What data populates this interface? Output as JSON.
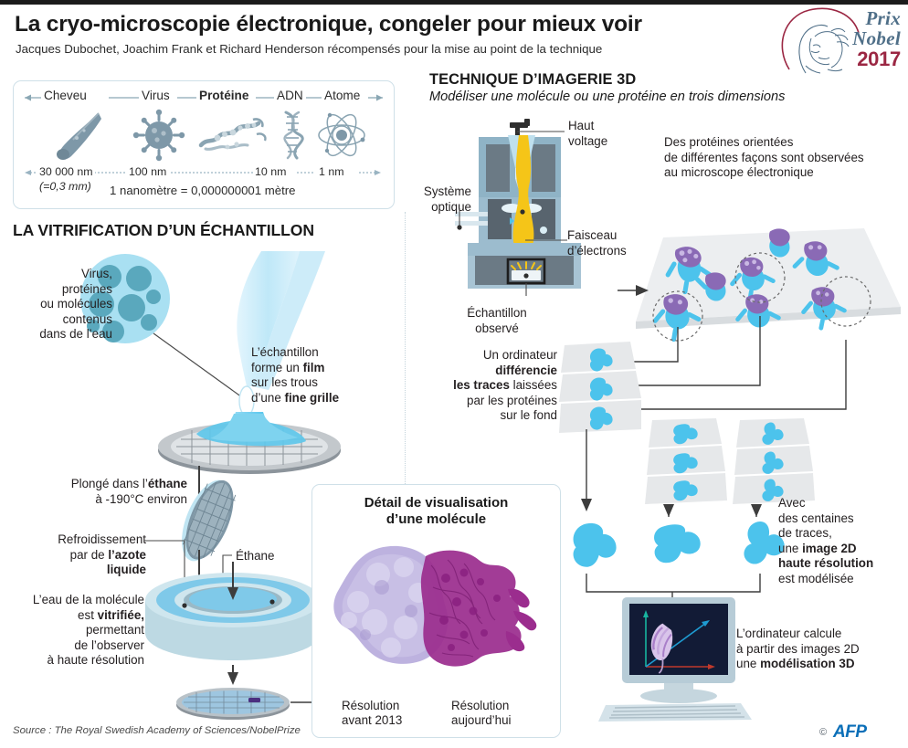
{
  "header": {
    "title": "La cryo-microscopie électronique, congeler pour mieux voir",
    "subtitle": "Jacques Dubochet, Joachim Frank et Richard Henderson récompensés pour la mise au point de la technique"
  },
  "nobel_badge": {
    "line1": "Prix",
    "line2": "Nobel",
    "year": "2017"
  },
  "scale_box": {
    "items": [
      {
        "label": "Cheveu",
        "bold": false,
        "size": "30 000 nm",
        "icon": "hair-icon"
      },
      {
        "label": "Virus",
        "bold": false,
        "size": "100 nm",
        "icon": "virus-icon"
      },
      {
        "label": "Protéine",
        "bold": true,
        "size": "10 nm",
        "icon": "protein-icon"
      },
      {
        "label": "ADN",
        "bold": false,
        "size": "1 nm",
        "icon": "dna-icon"
      },
      {
        "label": "Atome",
        "bold": false,
        "size": "",
        "icon": "atom-icon"
      }
    ],
    "sub_note": "(=0,3 mm)",
    "definition": "1 nanomètre = 0,000000001 mètre"
  },
  "left_section": {
    "title": "LA VITRIFICATION D’UN ÉCHANTILLON",
    "captions": {
      "sample_content": "Virus,\nprotéines\nou molécules\ncontenus\ndans de l’eau",
      "film_line1": "L’échantillon",
      "film_line2": "forme un ",
      "film_bold2": "film",
      "film_line3": "sur les trous",
      "film_line4": "d’une ",
      "film_bold4": "fine grille",
      "ethane_plunge_1": "Plongé dans l’",
      "ethane_plunge_b": "éthane",
      "ethane_plunge_2": "à -190°C environ",
      "nitrogen_1": "Refroidissement",
      "nitrogen_2": "par de ",
      "nitrogen_b2": "l’azote",
      "nitrogen_b3": "liquide",
      "ethane_label": "Éthane",
      "vitrified_1": "L’eau de la molécule",
      "vitrified_2": "est ",
      "vitrified_b2": "vitrifiée,",
      "vitrified_3": "permettant",
      "vitrified_4": "de l’observer",
      "vitrified_5": "à haute résolution"
    }
  },
  "right_section": {
    "title": "TECHNIQUE D’IMAGERIE 3D",
    "subtitle": "Modéliser une molécule ou une protéine en trois dimensions",
    "captions": {
      "high_voltage": "Haut\nvoltage",
      "optical_system": "Système\noptique",
      "electron_beam": "Faisceau\nd’électrons",
      "observed_sample": "Échantillon\nobservé",
      "oriented_proteins": "Des protéines orientées\nde différentes façons sont observées\nau microscope électronique",
      "computer_1": "Un ordinateur",
      "computer_b1": "différencie",
      "computer_b2": "les traces",
      "computer_2": " laissées",
      "computer_3": "par les protéines",
      "computer_4": "sur le fond",
      "hundreds_1": "Avec",
      "hundreds_2": "des centaines",
      "hundreds_3": "de traces,",
      "hundreds_4": "une ",
      "hundreds_b4": "image 2D",
      "hundreds_b5": "haute résolution",
      "hundreds_6": "est modélisée",
      "computer3d_1": "L’ordinateur calcule",
      "computer3d_2": "à partir des images 2D",
      "computer3d_3": "une ",
      "computer3d_b3": "modélisation 3D"
    }
  },
  "inset": {
    "title": "Détail de visualisation\nd’une molécule",
    "left_caption": "Résolution\navant 2013",
    "right_caption": "Résolution\naujourd’hui"
  },
  "footer": {
    "source": "Source : The Royal Swedish Academy of Sciences/NobelPrize",
    "credit": "AFP",
    "copyright": "©"
  },
  "colors": {
    "accent_blue": "#4cc3ec",
    "steel": "#8fb3c6",
    "purple": "#9b3f9b",
    "lilac": "#b9aedd",
    "nobel_blue": "#4f6f88",
    "nobel_red": "#9b2743",
    "afp_blue": "#0b6fb8",
    "beam_yellow": "#f5c518"
  }
}
